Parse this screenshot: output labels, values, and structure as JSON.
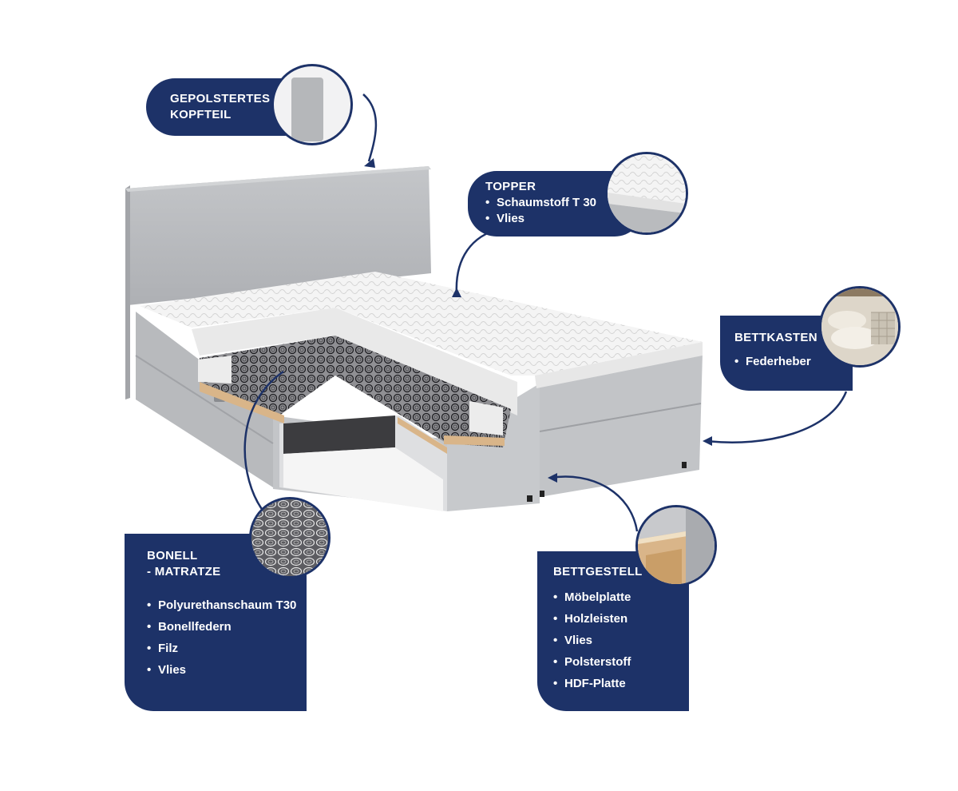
{
  "callouts": {
    "kopfteil": {
      "title_line1": "GEPOLSTERTES",
      "title_line2": "KOPFTEIL"
    },
    "topper": {
      "title": "TOPPER",
      "items": [
        "Schaumstoff  T 30",
        "Vlies"
      ]
    },
    "bettkasten": {
      "title": "BETTKASTEN",
      "items": [
        "Federheber"
      ]
    },
    "bonell": {
      "title_line1": "BONELL",
      "title_line2": "- MATRATZE",
      "items": [
        "Polyurethanschaum T30",
        "Bonellfedern",
        "Filz",
        "Vlies"
      ]
    },
    "bettgestell": {
      "title": "BETTGESTELL",
      "items": [
        "Möbelplatte",
        "Holzleisten",
        "Vlies",
        "Polsterstoff",
        "HDF-Platte"
      ]
    }
  },
  "colors": {
    "navy": "#1d3268",
    "fabric": "#b9bbbe",
    "topper": "#f3f3f3",
    "wood": "#d9b589"
  }
}
